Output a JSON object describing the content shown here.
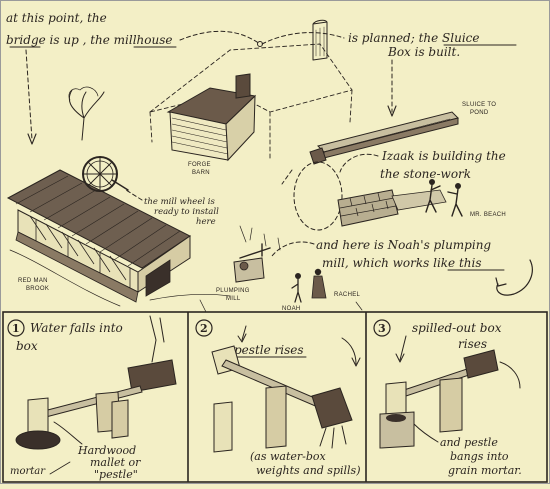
{
  "top_note": {
    "line1": "at this point, the",
    "line2": "bridge is up , the millhouse",
    "line3": "is planned; the Sluice",
    "line4": "Box is built."
  },
  "izaak_note": {
    "line1": "Izaak is building the",
    "line2": "the stone-work"
  },
  "noah_note": {
    "line1": "and here is Noah's plumping",
    "line2": "mill, which works like this"
  },
  "wheel_note": {
    "line1": "the mill wheel is",
    "line2": "ready to install",
    "line3": "here"
  },
  "labels": {
    "sluice_to_pond": [
      "SLUICE TO",
      "POND"
    ],
    "forge_barn": [
      "FORGE",
      "BARN"
    ],
    "mr_beach": "MR. BEACH",
    "red_man_brook": [
      "RED MAN",
      "BROOK"
    ],
    "plumping_mill": [
      "PLUMPING",
      "MILL"
    ],
    "noah": "NOAH",
    "rachel": "RACHEL"
  },
  "panels": [
    {
      "number": "1",
      "caption": [
        "Water falls into",
        "box"
      ],
      "notes": [
        "Hardwood",
        "mallet or",
        "\"pestle\""
      ],
      "side_label": "mortar"
    },
    {
      "number": "2",
      "caption": [
        "pestle rises"
      ],
      "notes": [
        "(as water-box",
        "weights and spills)"
      ]
    },
    {
      "number": "3",
      "caption": [
        "spilled-out box",
        "rises"
      ],
      "notes": [
        "and pestle",
        "bangs into",
        "grain mortar."
      ]
    }
  ],
  "colors": {
    "paper": "#f3efc6",
    "ink": "#2b2520",
    "frame": "#9a9a9a"
  }
}
